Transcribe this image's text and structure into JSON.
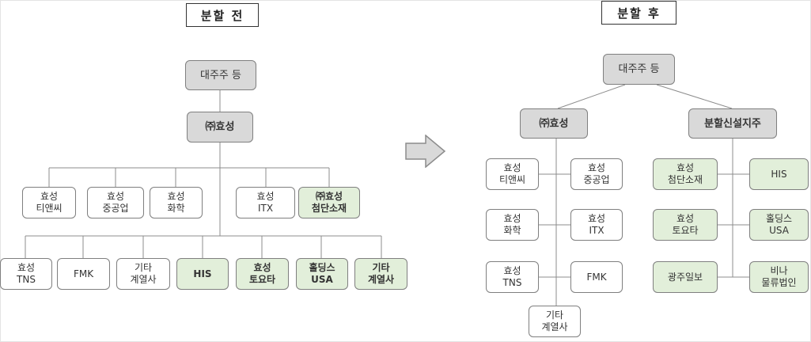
{
  "left": {
    "title": "분할 전",
    "top": "대주주 등",
    "parent": "㈜효성",
    "row1": [
      "효성\n티앤씨",
      "효성\n중공업",
      "효성\n화학",
      "효성\nITX",
      "㈜효성\n첨단소재"
    ],
    "row2": [
      "효성\nTNS",
      "FMK",
      "기타\n계열사",
      "HIS",
      "효성\n토요타",
      "홀딩스\nUSA",
      "기타\n계열사"
    ]
  },
  "right": {
    "title": "분할 후",
    "top": "대주주 등",
    "parent_a": "㈜효성",
    "parent_b": "분할신설지주",
    "a_left": [
      "효성\n티앤씨",
      "효성\n화학",
      "효성\nTNS"
    ],
    "a_right": [
      "효성\n중공업",
      "효성\nITX",
      "FMK"
    ],
    "a_bottom": "기타\n계열사",
    "b_left": [
      "효성\n첨단소재",
      "효성\n토요타",
      "광주일보"
    ],
    "b_right": [
      "HIS",
      "홀딩스\nUSA",
      "비나\n물류법인"
    ]
  }
}
